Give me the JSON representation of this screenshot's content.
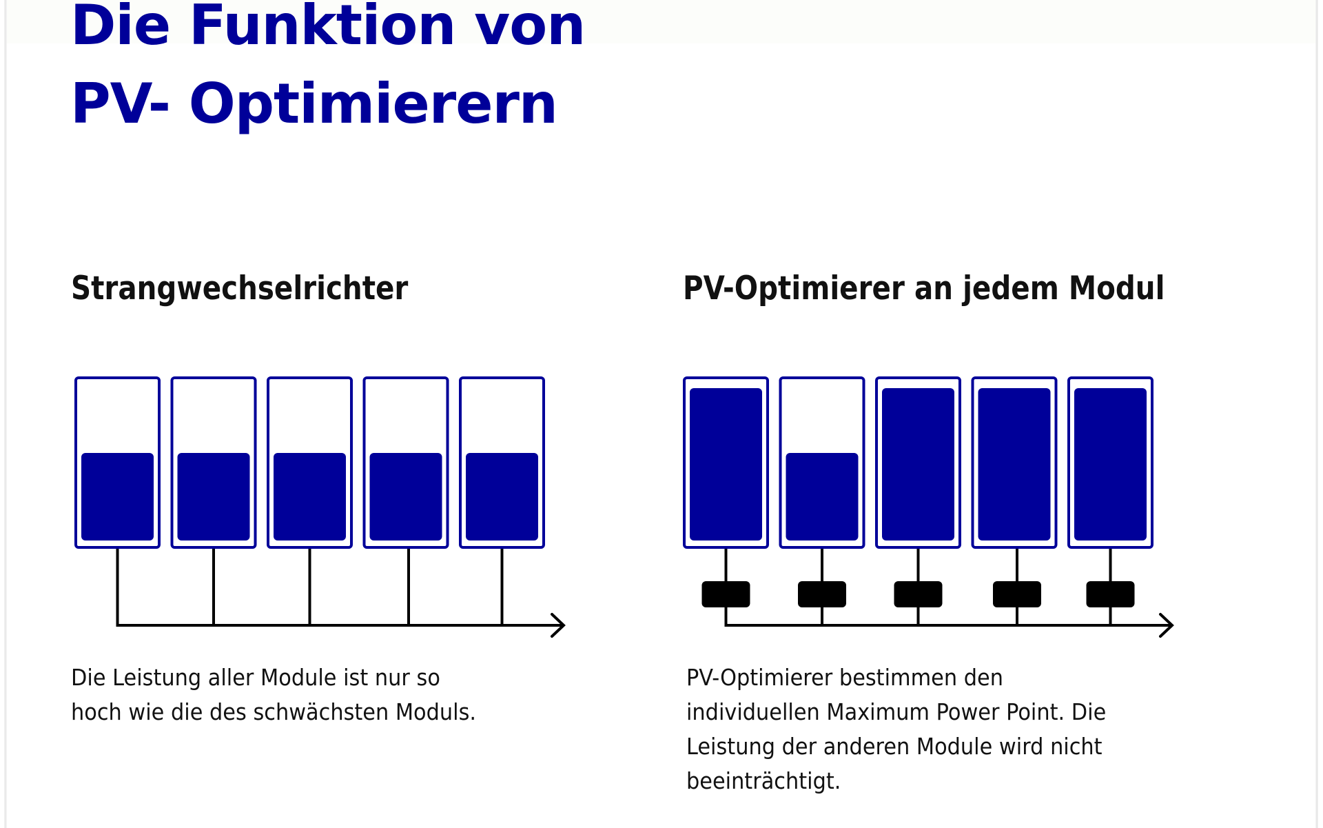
{
  "title": {
    "line1": "Die Funktion von",
    "line2": "PV- Optimierern"
  },
  "colors": {
    "brand_blue": "#000099",
    "text": "#111111",
    "line": "#000000",
    "background": "#ffffff"
  },
  "sections": [
    {
      "heading": "Strangwechselrichter",
      "description": "Die Leistung aller Module ist nur so hoch wie die des schwächsten Moduls.",
      "description_lines": [
        "Die Leistung aller Module ist nur so",
        "hoch wie die des schwächsten Moduls."
      ],
      "has_optimizers": false,
      "modules": [
        {
          "fill": "partial"
        },
        {
          "fill": "partial"
        },
        {
          "fill": "partial"
        },
        {
          "fill": "partial"
        },
        {
          "fill": "partial"
        }
      ]
    },
    {
      "heading": "PV-Optimierer an jedem Modul",
      "description": "PV-Optimierer bestimmen den individuellen Maximum Power Point. Die Leistung der anderen Module wird nicht beeinträchtigt.",
      "description_lines": [
        "PV-Optimierer bestimmen den",
        "individuellen Maximum Power Point. Die",
        "Leistung der anderen Module wird nicht",
        "beeinträchtigt."
      ],
      "has_optimizers": true,
      "modules": [
        {
          "fill": "full"
        },
        {
          "fill": "partial"
        },
        {
          "fill": "full"
        },
        {
          "fill": "full"
        },
        {
          "fill": "full"
        }
      ]
    }
  ]
}
